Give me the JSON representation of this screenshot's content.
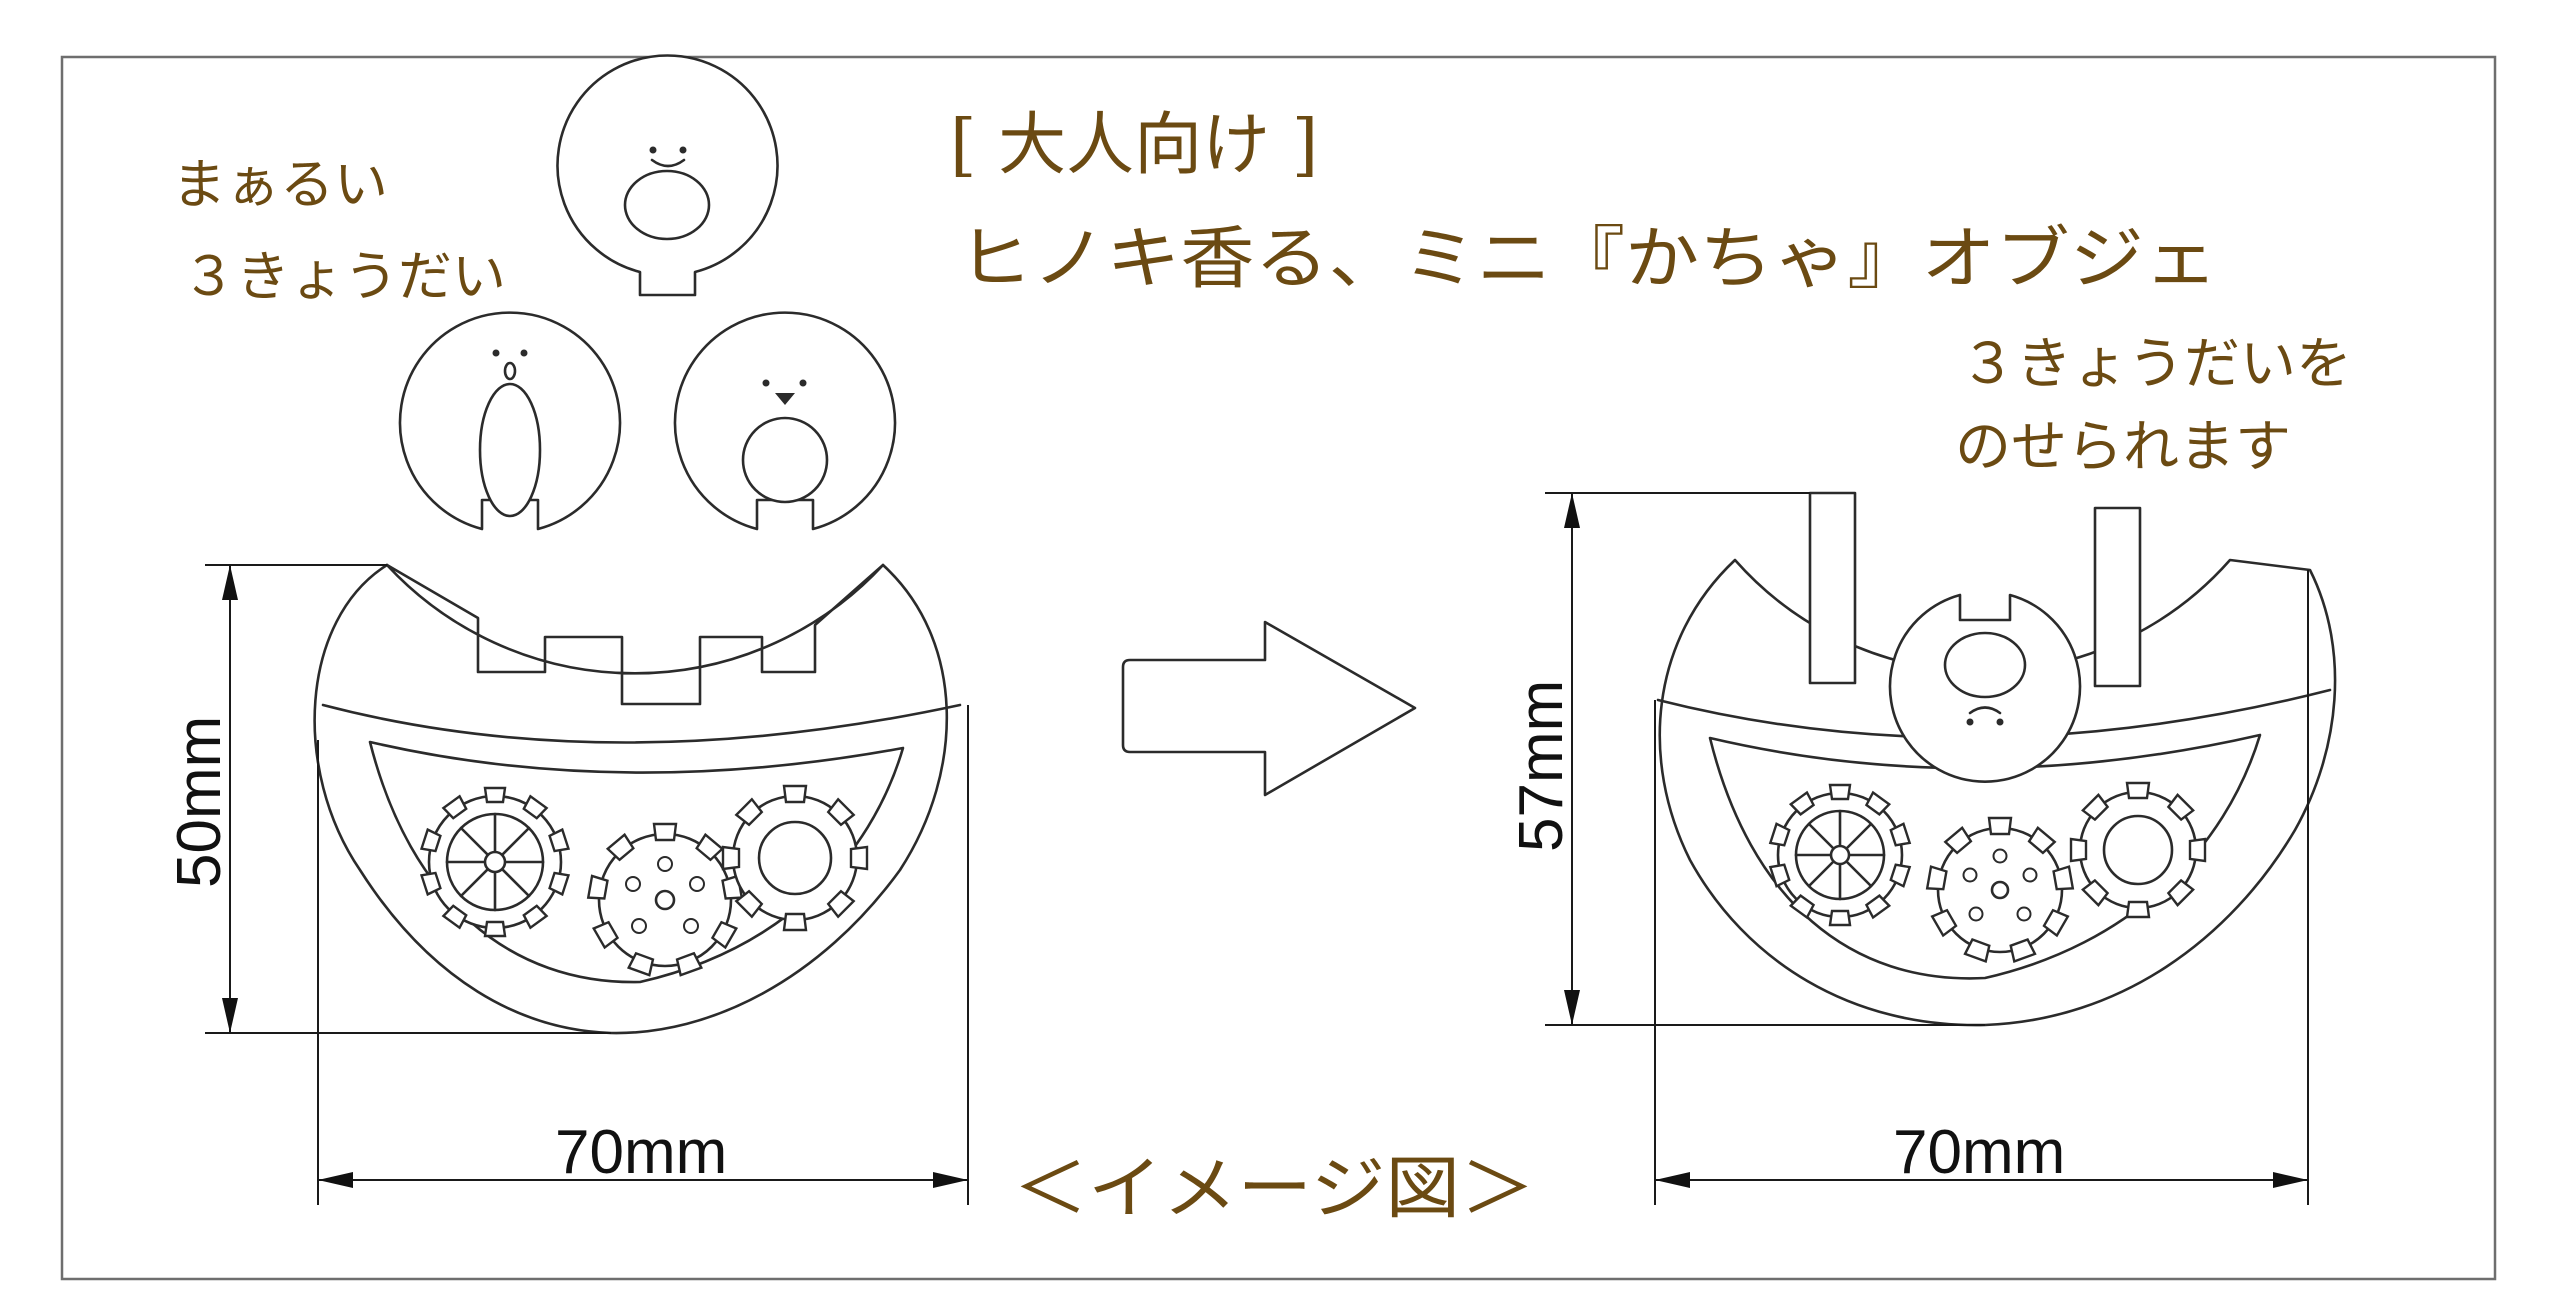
{
  "title": {
    "tag": "[ 大人向け ]",
    "main": "ヒノキ香る、ミニ『かちゃ』オブジェ"
  },
  "caption_left": {
    "line1": "まぁるい",
    "line2": "３きょうだい"
  },
  "caption_right": {
    "line1": "３きょうだいを",
    "line2": "のせられます"
  },
  "figure_caption": "＜イメージ図＞",
  "dimensions": {
    "left_height": "50mm",
    "left_width": "70mm",
    "right_height": "57mm",
    "right_width": "70mm"
  },
  "colors": {
    "text_brown": "#6b4a12",
    "line": "#2b2b2b",
    "frame": "#6e6e6e"
  },
  "icons": [
    "smile-face-icon",
    "surprised-face-icon",
    "bird-face-icon",
    "right-arrow-icon",
    "gear-icon"
  ]
}
